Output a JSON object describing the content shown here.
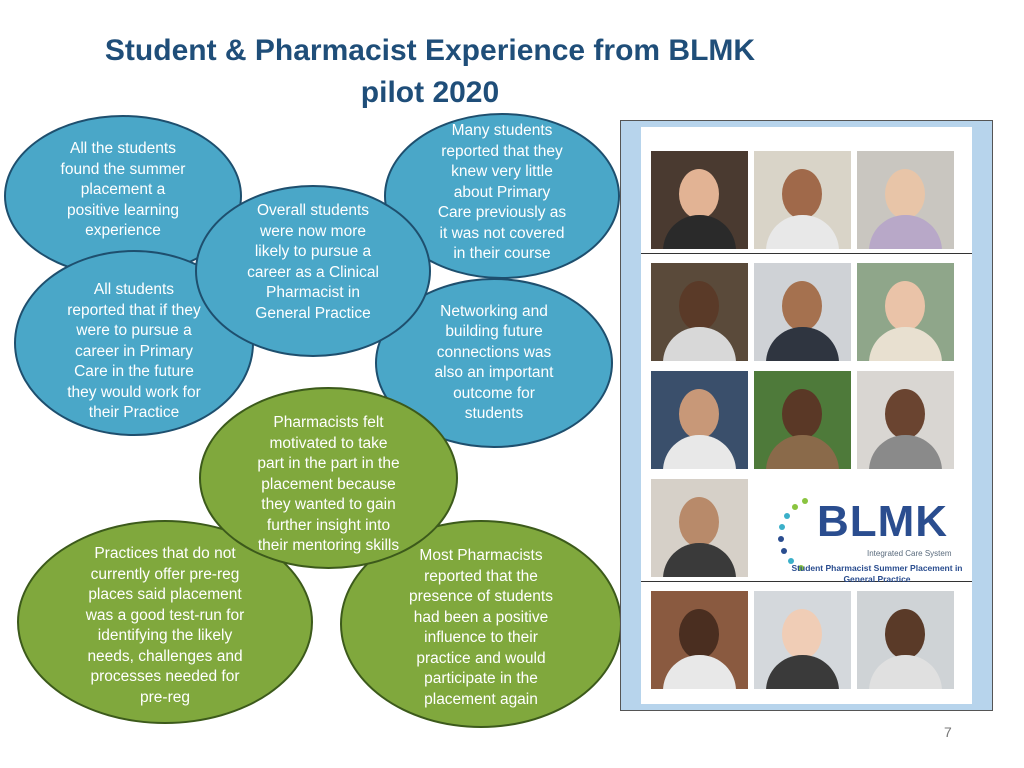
{
  "slide": {
    "title_line1": "Student & Pharmacist Experience from BLMK",
    "title_line2": "pilot 2020",
    "page_number": "7"
  },
  "bubbles": {
    "summer_positive": "All the students\nfound the summer\nplacement a\npositive learning\nexperience",
    "work_for_practice": "All students\nreported that if they\nwere to pursue a\ncareer in Primary\nCare in the future\nthey would work for\ntheir Practice",
    "clinical_pharmacist": "Overall students\nwere now more\nlikely to pursue a\ncareer as a Clinical\nPharmacist in\nGeneral Practice",
    "knew_little": "Many students\nreported that they\nknew very little\nabout Primary\nCare previously as\nit was not covered\nin their course",
    "networking": "Networking and\nbuilding future\nconnections was\nalso an important\noutcome for\nstudents",
    "mentoring": "Pharmacists felt\nmotivated to take\npart in the part in the\nplacement because\nthey wanted to gain\nfurther insight into\ntheir mentoring skills",
    "test_run": "Practices that do not\ncurrently offer pre-reg\nplaces said placement\nwas a good test-run for\nidentifying the likely\nneeds, challenges and\nprocesses needed for\npre-reg",
    "positive_influence": "Most Pharmacists\nreported that the\npresence of students\nhad been a positive\ninfluence to their\npractice and would\nparticipate in the\nplacement again"
  },
  "logo": {
    "name": "BLMK",
    "subtitle": "Integrated Care System",
    "caption": "Student Pharmacist Summer Placement in General Practice"
  },
  "colors": {
    "title": "#1f4e79",
    "bubble_blue": "#4aa7c8",
    "bubble_green": "#80a83d",
    "panel_bg": "#b7d4ec"
  }
}
